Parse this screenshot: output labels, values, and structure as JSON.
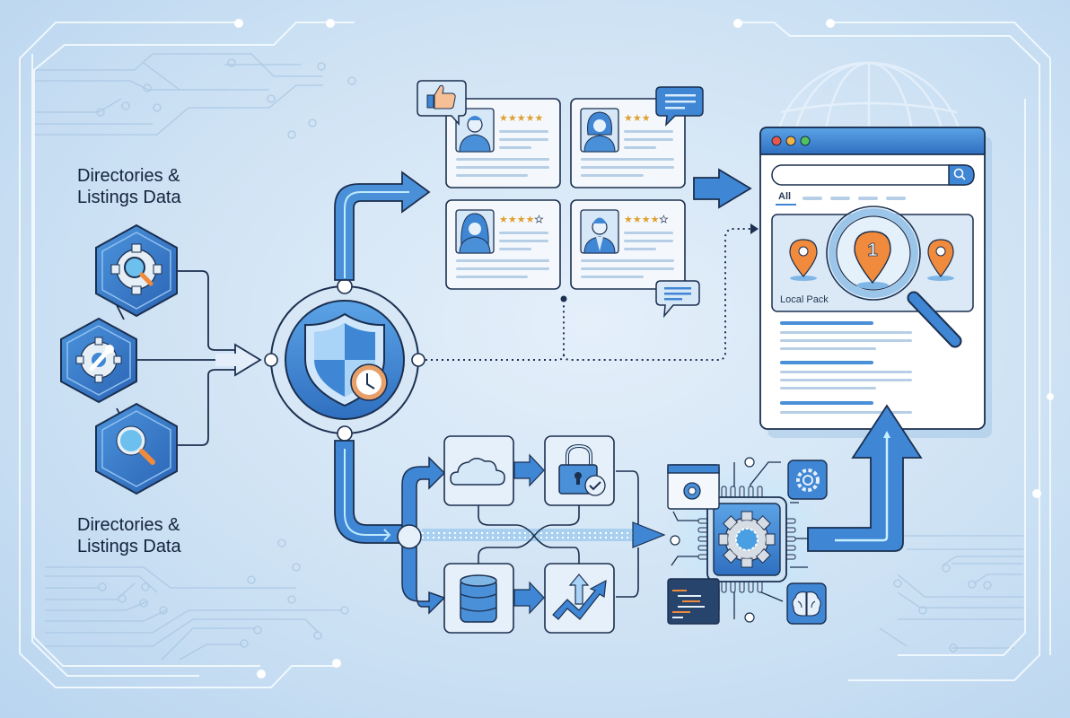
{
  "labels": {
    "top_source": [
      "Directories &",
      "Listings Data"
    ],
    "bottom_source": [
      "Directories &",
      "Listings Data"
    ]
  },
  "browser": {
    "search_tab_active": "All",
    "local_pack_label": "Local Pack",
    "rank_badge": "1",
    "window_dots": [
      "#e8574a",
      "#f5b342",
      "#4fc35c"
    ]
  },
  "reviews": [
    {
      "id": "review-1",
      "avatar": "man",
      "stars_filled": 5,
      "stars_total": 5,
      "badge": "thumbs-up"
    },
    {
      "id": "review-2",
      "avatar": "woman",
      "stars_filled": 3,
      "stars_total": 3,
      "badge": "chat-bubble"
    },
    {
      "id": "review-3",
      "avatar": "woman-long-hair",
      "stars_filled": 4,
      "stars_total": 5,
      "badge": ""
    },
    {
      "id": "review-4",
      "avatar": "man-suit",
      "stars_filled": 4,
      "stars_total": 5,
      "badge": "chat-bubble"
    }
  ],
  "source_nodes": [
    "gear-search-icon",
    "gear-wrench-icon",
    "search-icon"
  ],
  "hub": {
    "icon": "shield-clock-icon"
  },
  "pipeline": [
    "cloud-icon",
    "lock-check-icon",
    "database-icon",
    "growth-chart-icon"
  ],
  "ai_chip": {
    "center": "gear-chip-icon",
    "satellites": [
      "settings-window-icon",
      "gear-icon",
      "code-window-icon",
      "brain-icon"
    ]
  },
  "colors": {
    "accent": "#3f86d4",
    "dark_stroke": "#1b2f4f",
    "pin_orange": "#f08a3c",
    "background": "#d3e5f5"
  }
}
